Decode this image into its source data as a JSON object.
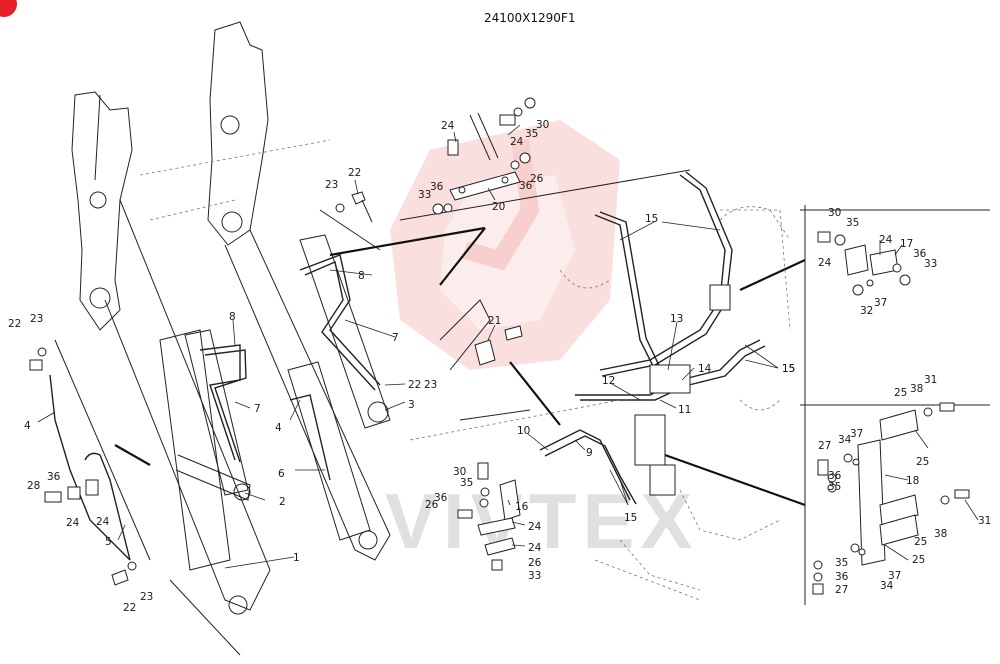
{
  "drawing_code": "24100X1290F1",
  "watermark_text": "VIVTEX",
  "corner_badge_color": "#e8202a",
  "watermark_color": "#f2a9a9",
  "callouts": [
    {
      "label": "30"
    },
    {
      "label": "24"
    },
    {
      "label": "35"
    },
    {
      "label": "24"
    },
    {
      "label": "26"
    },
    {
      "label": "36"
    },
    {
      "label": "20"
    },
    {
      "label": "33"
    },
    {
      "label": "36"
    },
    {
      "label": "23"
    },
    {
      "label": "22"
    },
    {
      "label": "8"
    },
    {
      "label": "7"
    },
    {
      "label": "22"
    },
    {
      "label": "23"
    },
    {
      "label": "3"
    },
    {
      "label": "21"
    },
    {
      "label": "15"
    },
    {
      "label": "13"
    },
    {
      "label": "14"
    },
    {
      "label": "12"
    },
    {
      "label": "11"
    },
    {
      "label": "15"
    },
    {
      "label": "10"
    },
    {
      "label": "9"
    },
    {
      "label": "15"
    },
    {
      "label": "30"
    },
    {
      "label": "35"
    },
    {
      "label": "36"
    },
    {
      "label": "26"
    },
    {
      "label": "16"
    },
    {
      "label": "24"
    },
    {
      "label": "24"
    },
    {
      "label": "26"
    },
    {
      "label": "33"
    },
    {
      "label": "22"
    },
    {
      "label": "23"
    },
    {
      "label": "4"
    },
    {
      "label": "28"
    },
    {
      "label": "36"
    },
    {
      "label": "24"
    },
    {
      "label": "24"
    },
    {
      "label": "5"
    },
    {
      "label": "22"
    },
    {
      "label": "23"
    },
    {
      "label": "8"
    },
    {
      "label": "7"
    },
    {
      "label": "4"
    },
    {
      "label": "6"
    },
    {
      "label": "2"
    },
    {
      "label": "1"
    },
    {
      "label": "30"
    },
    {
      "label": "35"
    },
    {
      "label": "24"
    },
    {
      "label": "17"
    },
    {
      "label": "36"
    },
    {
      "label": "33"
    },
    {
      "label": "24"
    },
    {
      "label": "32"
    },
    {
      "label": "37"
    },
    {
      "label": "15"
    },
    {
      "label": "31"
    },
    {
      "label": "38"
    },
    {
      "label": "25"
    },
    {
      "label": "25"
    },
    {
      "label": "27"
    },
    {
      "label": "34"
    },
    {
      "label": "37"
    },
    {
      "label": "36"
    },
    {
      "label": "35"
    },
    {
      "label": "18"
    },
    {
      "label": "31"
    },
    {
      "label": "38"
    },
    {
      "label": "25"
    },
    {
      "label": "25"
    },
    {
      "label": "35"
    },
    {
      "label": "36"
    },
    {
      "label": "27"
    },
    {
      "label": "34"
    },
    {
      "label": "37"
    }
  ]
}
